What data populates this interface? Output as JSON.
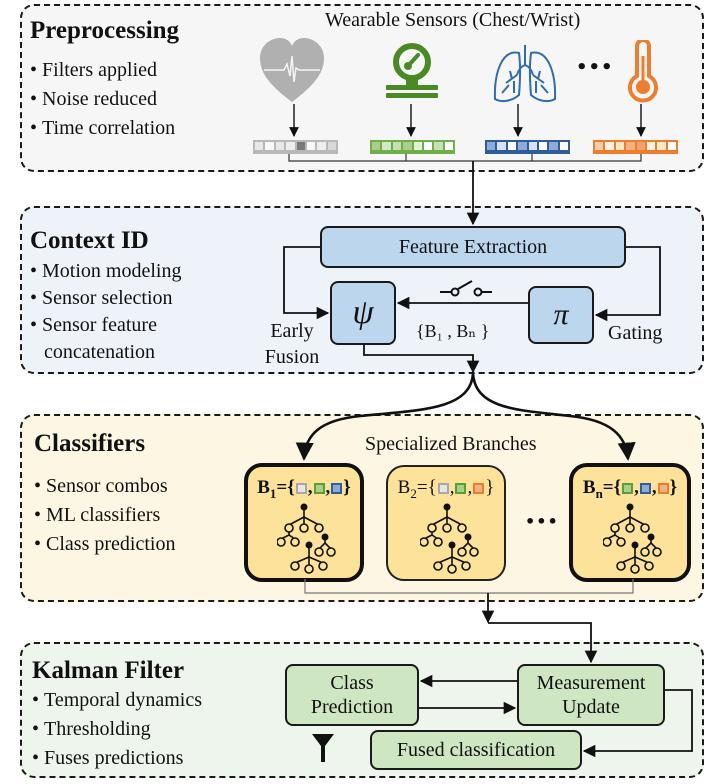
{
  "colors": {
    "preprocessing_bg": "#f6f6f6",
    "context_bg": "#eef3fa",
    "classifiers_bg": "#fdf6e3",
    "kalman_bg": "#eef5ec",
    "feature_box": "#bcd6ee",
    "branch_box": "#fde39a",
    "kalman_box": "#cfe6c2",
    "sensor_gray": "#b0b0b0",
    "sensor_green": "#4a8a25",
    "sensor_blue": "#2d6db0",
    "sensor_orange": "#ee7d2e"
  },
  "preprocessing": {
    "title": "Preprocessing",
    "bullets": [
      "Filters applied",
      "Noise reduced",
      "Time correlation"
    ],
    "sensors_title": "Wearable Sensors (Chest/Wrist)",
    "sensors": [
      {
        "icon": "heart-rate-icon",
        "color": "#b0b0b0"
      },
      {
        "icon": "pressure-gauge-icon",
        "color": "#4a8a25"
      },
      {
        "icon": "lungs-icon",
        "color": "#2d6db0"
      },
      {
        "icon": "thermometer-icon",
        "color": "#ee7d2e"
      }
    ],
    "ellipsis": "•••"
  },
  "context": {
    "title": "Context ID",
    "bullets": [
      "Motion modeling",
      "Sensor selection",
      "Sensor feature concatenation"
    ],
    "feature_extraction": "Feature Extraction",
    "psi_symbol": "ψ",
    "pi_symbol": "π",
    "early_fusion": "Early Fusion",
    "gating": "Gating",
    "branch_set": "{B₁ , Bₙ }"
  },
  "classifiers": {
    "title": "Classifiers",
    "bullets": [
      "Sensor combos",
      "ML classifiers",
      "Class prediction"
    ],
    "branches_title": "Specialized Branches",
    "branches": [
      {
        "label": "B",
        "sub": "1",
        "bold": true,
        "sensors": [
          "gray",
          "green",
          "blue"
        ]
      },
      {
        "label": "B",
        "sub": "2",
        "bold": false,
        "sensors": [
          "gray",
          "green",
          "orange"
        ]
      },
      {
        "label": "B",
        "sub": "n",
        "bold": true,
        "sensors": [
          "green",
          "blue",
          "orange"
        ]
      }
    ],
    "ellipsis": "•••"
  },
  "kalman": {
    "title": "Kalman Filter",
    "bullets": [
      "Temporal dynamics",
      "Thresholding",
      "Fuses predictions"
    ],
    "class_prediction": "Class Prediction",
    "measurement_update": "Measurement Update",
    "fused_classification": "Fused classification"
  }
}
